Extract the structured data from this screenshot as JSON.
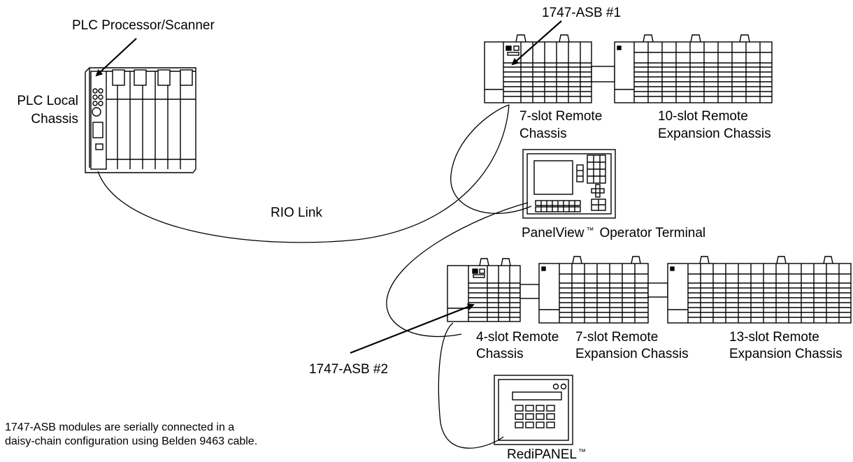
{
  "labels": {
    "plc_processor": "PLC Processor/Scanner",
    "plc_local_line1": "PLC Local",
    "plc_local_line2": "Chassis",
    "rio_link": "RIO Link",
    "asb1": "1747-ASB #1",
    "asb2": "1747-ASB #2",
    "remote7_line1": "7-slot Remote",
    "remote7_line2": "Chassis",
    "exp10_line1": "10-slot Remote",
    "exp10_line2": "Expansion Chassis",
    "panelview": "PanelView",
    "panelview_suffix": "Operator Terminal",
    "remote4_line1": "4-slot Remote",
    "remote4_line2": "Chassis",
    "exp7_line1": "7-slot Remote",
    "exp7_line2": "Expansion Chassis",
    "exp13_line1": "13-slot Remote",
    "exp13_line2": "Expansion Chassis",
    "redipanel": "RediPANEL",
    "trademark": "™"
  },
  "note": {
    "line1": "1747-ASB modules are serially connected in a",
    "line2": "daisy-chain configuration using Belden 9463 cable."
  }
}
